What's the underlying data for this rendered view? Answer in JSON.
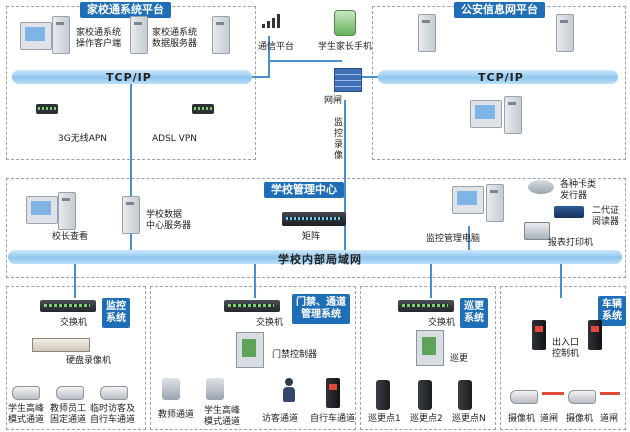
{
  "regions": {
    "home_school": {
      "title": "家校通系统平台"
    },
    "public_security": {
      "title": "公安信息网平台"
    },
    "school_center": {
      "title": "学校管理中心"
    }
  },
  "buses": {
    "top_left": "TCP/IP",
    "top_right": "TCP/IP",
    "campus_lan": "学校内部局域网"
  },
  "home_school": {
    "client_label": "家校通系统\n操作客户端",
    "server_label": "家校通系统\n数据服务器",
    "apn_label": "3G无线APN",
    "vpn_label": "ADSL VPN"
  },
  "telecom": {
    "platform_label": "通信平台",
    "phone_label": "学生家长手机",
    "gateway_label": "网闸",
    "monitor_vertical": "监控录像"
  },
  "school_center": {
    "principal_label": "校长查看",
    "db_server_label": "学校数据\n中心服务器",
    "matrix_label": "矩阵",
    "monitor_pc_label": "监控管理电脑",
    "card_issuer_label": "各种卡类\n发行器",
    "id_reader_label": "二代证\n阅读器",
    "printer_label": "报表打印机"
  },
  "subsystems": {
    "surveillance": {
      "tag": "监控\n系统",
      "switch_label": "交换机",
      "dvr_label": "硬盘录像机",
      "cameras": [
        "学生高峰\n模式通道",
        "教师员工\n固定通道",
        "临时访客及\n自行车通道"
      ]
    },
    "access": {
      "tag": "门禁、通道\n管理系统",
      "switch_label": "交换机",
      "controller_label": "门禁控制器",
      "channels": [
        "教师通道",
        "学生高峰\n模式通道",
        "访客通道",
        "自行车通道"
      ]
    },
    "patrol": {
      "tag": "巡更\n系统",
      "switch_label": "交换机",
      "device_label": "巡更",
      "points": [
        "巡更点1",
        "巡更点2",
        "巡更点N"
      ]
    },
    "vehicle": {
      "tag": "车辆\n系统",
      "controller_label": "出入口\n控制机",
      "devices": [
        "摄像机",
        "道闸",
        "摄像机",
        "道闸"
      ]
    }
  },
  "colors": {
    "accent": "#1f6fb8",
    "bus": "#8fc6ee",
    "line": "#4a8fcf",
    "dashed": "#9aa3ad"
  }
}
